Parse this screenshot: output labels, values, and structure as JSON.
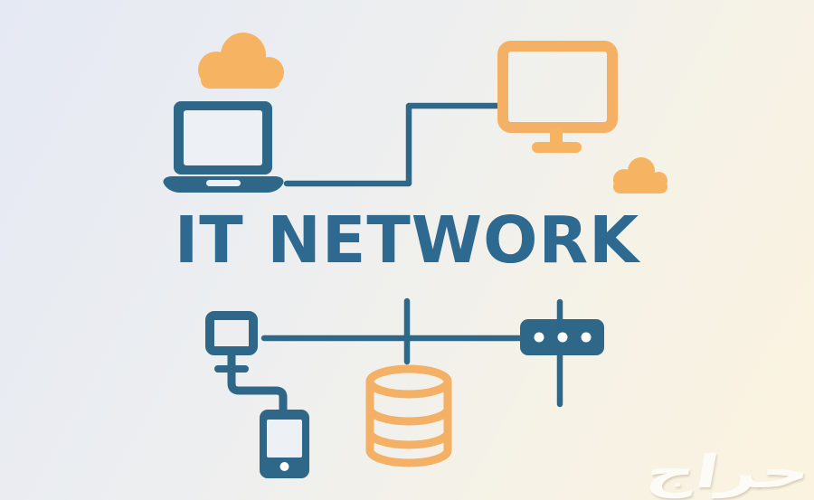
{
  "title": {
    "text": "IT NETWORK"
  },
  "watermark": {
    "text": "حراج"
  },
  "colors": {
    "blue": "#2e6787",
    "blue_text": "#2e6990",
    "orange": "#f6b462",
    "orange_outline": "#f4b065",
    "bg_top_left": "#e5e9f3",
    "bg_mid": "#eceef0",
    "bg_bottom_right": "#fbf3df",
    "screen": "#edf0f5"
  },
  "icons": [
    {
      "name": "cloud-large-icon",
      "color_key": "orange"
    },
    {
      "name": "laptop-icon",
      "color_key": "blue"
    },
    {
      "name": "monitor-icon",
      "color_key": "orange"
    },
    {
      "name": "cloud-small-icon",
      "color_key": "orange"
    },
    {
      "name": "laptop-monitor-connector",
      "color_key": "blue"
    },
    {
      "name": "terminal-node-icon",
      "color_key": "blue"
    },
    {
      "name": "network-bus-line",
      "color_key": "blue"
    },
    {
      "name": "switch-icon",
      "color_key": "blue",
      "ports": 3
    },
    {
      "name": "database-icon",
      "color_key": "orange"
    },
    {
      "name": "smartphone-icon",
      "color_key": "blue"
    }
  ]
}
